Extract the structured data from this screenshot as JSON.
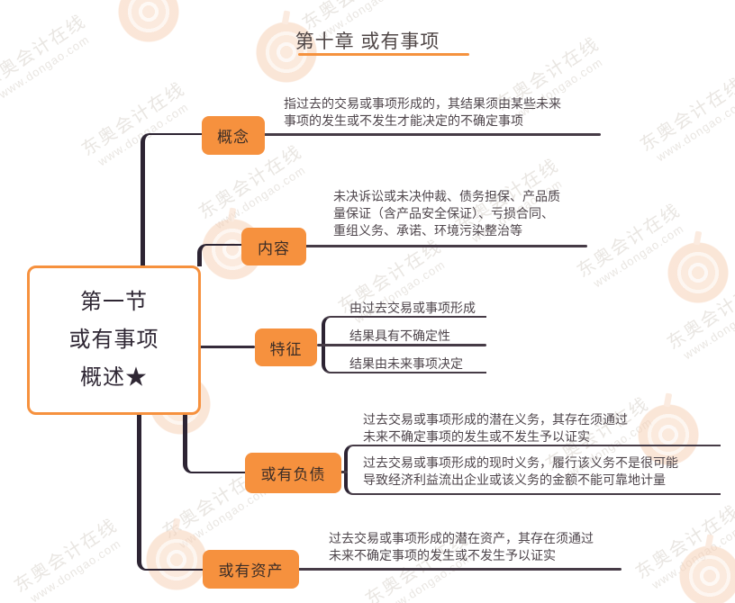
{
  "title": "第十章 或有事项",
  "center_node": {
    "line1": "第一节",
    "line2": "或有事项",
    "line3": "概述★"
  },
  "branches": {
    "concept": {
      "label": "概念",
      "desc": [
        "指过去的交易或事项形成的，其结果须由某些未来",
        "事项的发生或不发生才能决定的不确定事项"
      ]
    },
    "content": {
      "label": "内容",
      "desc": [
        "未决诉讼或未决仲裁、债务担保、产品质",
        "量保证（含产品安全保证）、亏损合同、",
        "重组义务、承诺、环境污染整治等"
      ]
    },
    "features": {
      "label": "特征",
      "items": [
        "由过去交易或事项形成",
        "结果具有不确定性",
        "结果由未来事项决定"
      ]
    },
    "contingent_liability": {
      "label": "或有负债",
      "item1": [
        "过去交易或事项形成的潜在义务，其存在须通过",
        "未来不确定事项的发生或不发生予以证实"
      ],
      "item2": [
        "过去交易或事项形成的现时义务，履行该义务不是很可能",
        "导致经济利益流出企业或该义务的金额不能可靠地计量"
      ]
    },
    "contingent_asset": {
      "label": "或有资产",
      "desc": [
        "过去交易或事项形成的潜在资产，其存在须通过",
        "未来不确定事项的发生或不发生予以证实"
      ]
    }
  },
  "watermark": {
    "brand": "东奥会计在线",
    "url": "www.dongao.com"
  },
  "colors": {
    "accent_orange": "#f6913e",
    "trunk_dark": "#2d2433",
    "branch_line": "#463b46",
    "desc_text": "#4e454b",
    "title_text": "#4f4646",
    "watermark_gray": "#e9e6e2",
    "logo_peach": "#f8d9c3"
  }
}
